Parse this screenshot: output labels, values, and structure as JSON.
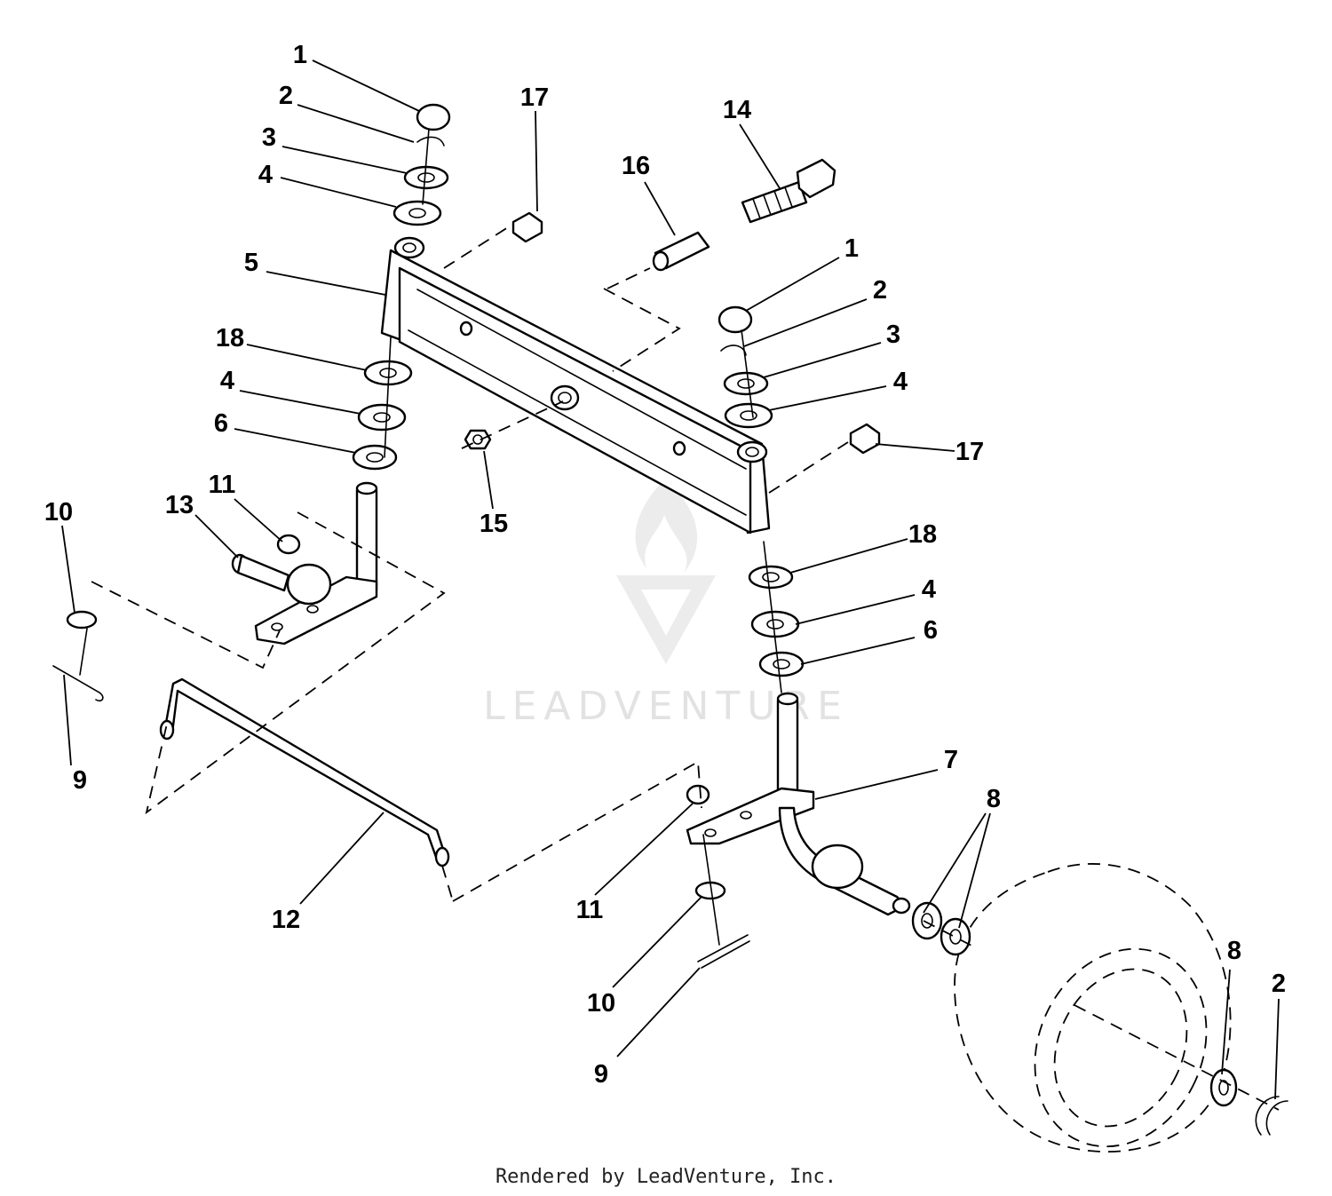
{
  "watermark": {
    "text": "LEADVENTURE"
  },
  "footer": {
    "text": "Rendered by LeadVenture, Inc."
  },
  "callouts": [
    {
      "label": "1"
    },
    {
      "label": "2"
    },
    {
      "label": "3"
    },
    {
      "label": "4"
    },
    {
      "label": "5"
    },
    {
      "label": "18"
    },
    {
      "label": "4"
    },
    {
      "label": "6"
    },
    {
      "label": "17"
    },
    {
      "label": "16"
    },
    {
      "label": "14"
    },
    {
      "label": "1"
    },
    {
      "label": "2"
    },
    {
      "label": "3"
    },
    {
      "label": "4"
    },
    {
      "label": "17"
    },
    {
      "label": "15"
    },
    {
      "label": "11"
    },
    {
      "label": "13"
    },
    {
      "label": "10"
    },
    {
      "label": "9"
    },
    {
      "label": "18"
    },
    {
      "label": "4"
    },
    {
      "label": "6"
    },
    {
      "label": "7"
    },
    {
      "label": "8"
    },
    {
      "label": "12"
    },
    {
      "label": "11"
    },
    {
      "label": "10"
    },
    {
      "label": "9"
    },
    {
      "label": "8"
    },
    {
      "label": "2"
    }
  ]
}
